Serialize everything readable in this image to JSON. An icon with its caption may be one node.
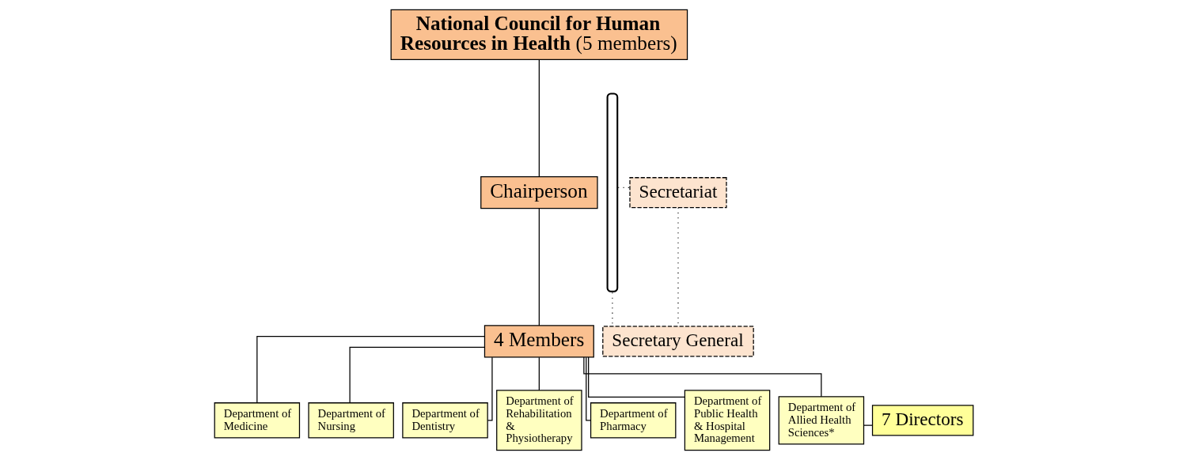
{
  "diagram": {
    "nodes": [
      {
        "text": [
          "**National Council for Human Resources in Health** (5 members)"
        ]
      },
      {
        "text": [
          "Chairperson"
        ]
      },
      {
        "text": [
          "4 Members"
        ]
      },
      {
        "text": [
          "Secretariat"
        ]
      },
      {
        "text": [
          "Secretary General"
        ]
      },
      {
        "text": [
          "Department of Medicine"
        ]
      },
      {
        "text": [
          "Department of Nursing"
        ]
      },
      {
        "text": [
          "Department of Dentistry"
        ]
      },
      {
        "text": [
          "Department of Rehabilitation & Physiotherapy"
        ]
      },
      {
        "text": [
          "Department of Pharmacy"
        ]
      },
      {
        "text": [
          "Department of Public Health & Hospital Management"
        ]
      },
      {
        "text": [
          "Department of Allied Health Sciences*"
        ]
      },
      {
        "text": [
          "7 Directors"
        ]
      },
      {
        "text": [],
        "shape": "bracket"
      }
    ],
    "edges": [
      {
        "from": 0,
        "to": 1,
        "arrow": "none"
      },
      {
        "from": 1,
        "to": 2,
        "arrow": "none"
      },
      {
        "from": 2,
        "to": 5,
        "arrow": "none"
      },
      {
        "from": 2,
        "to": 6,
        "arrow": "none"
      },
      {
        "from": 2,
        "to": 7,
        "arrow": "none"
      },
      {
        "from": 2,
        "to": 8,
        "arrow": "none"
      },
      {
        "from": 2,
        "to": 9,
        "arrow": "none"
      },
      {
        "from": 2,
        "to": 10,
        "arrow": "none"
      },
      {
        "from": 2,
        "to": 11,
        "arrow": "none"
      },
      {
        "from": 12,
        "to": 11,
        "arrow": "none"
      },
      {
        "from": 3,
        "to": 4,
        "arrow": "none",
        "style": "dashed"
      },
      {
        "from": 13,
        "to": 3,
        "arrow": "none",
        "style": "dashed"
      },
      {
        "from": 13,
        "to": 4,
        "arrow": "none",
        "style": "dashed"
      }
    ]
  }
}
